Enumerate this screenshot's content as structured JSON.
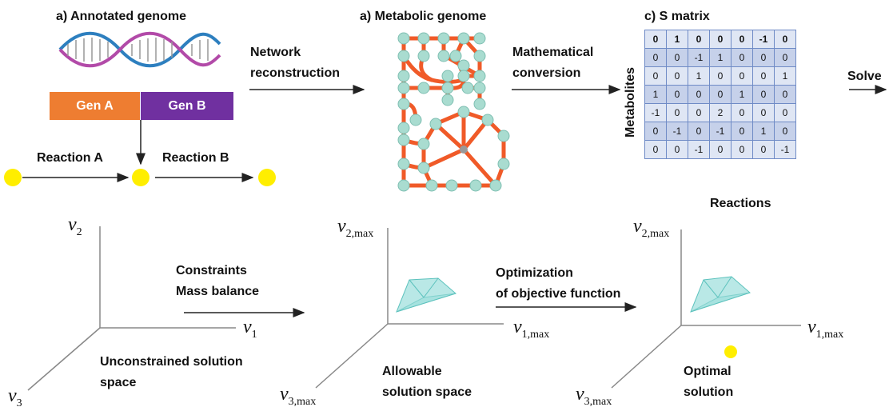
{
  "top": {
    "annotated_genome_title": "a) Annotated genome",
    "metabolic_genome_title": "a) Metabolic genome",
    "s_matrix_title": "c) S matrix",
    "gene_a": "Gen A",
    "gene_b": "Gen B",
    "reaction_a": "Reaction A",
    "reaction_b": "Reaction B",
    "network_step": [
      "Network",
      "reconstruction"
    ],
    "math_step": [
      "Mathematical",
      "conversion"
    ],
    "solve": "Solve",
    "rows_label": "Metabolites",
    "cols_label": "Reactions",
    "s_matrix": [
      [
        "0",
        "1",
        "0",
        "0",
        "0",
        "-1",
        "0"
      ],
      [
        "0",
        "0",
        "-1",
        "1",
        "0",
        "0",
        "0"
      ],
      [
        "0",
        "0",
        "1",
        "0",
        "0",
        "0",
        "1"
      ],
      [
        "1",
        "0",
        "0",
        "0",
        "1",
        "0",
        "0"
      ],
      [
        "-1",
        "0",
        "0",
        "2",
        "0",
        "0",
        "0"
      ],
      [
        "0",
        "-1",
        "0",
        "-1",
        "0",
        "1",
        "0"
      ],
      [
        "0",
        "0",
        "-1",
        "0",
        "0",
        "0",
        "-1"
      ]
    ]
  },
  "bottom": {
    "constraints_step": [
      "Constraints",
      "Mass balance"
    ],
    "optimization_step": [
      "Optimization",
      "of objective function"
    ],
    "unconstrained_caption": [
      "Unconstrained solution",
      "space"
    ],
    "allowable_caption": [
      "Allowable",
      "solution space"
    ],
    "optimal_caption": [
      "Optimal",
      "solution"
    ],
    "axis_v": "v",
    "sub_1": "1",
    "sub_2": "2",
    "sub_3": "3",
    "sub_1max": "1,max",
    "sub_2max": "2,max",
    "sub_3max": "3,max"
  },
  "colors": {
    "gene_a": "#ee7d31",
    "gene_b": "#7030a0",
    "metabolite_dot": "#ffee00",
    "network_edge": "#f05a28",
    "network_node": "#a9dcd0",
    "solution_polytope": "#7fd6d2",
    "dna_strand_1": "#2d7fbf",
    "dna_strand_2": "#b24aa8"
  }
}
